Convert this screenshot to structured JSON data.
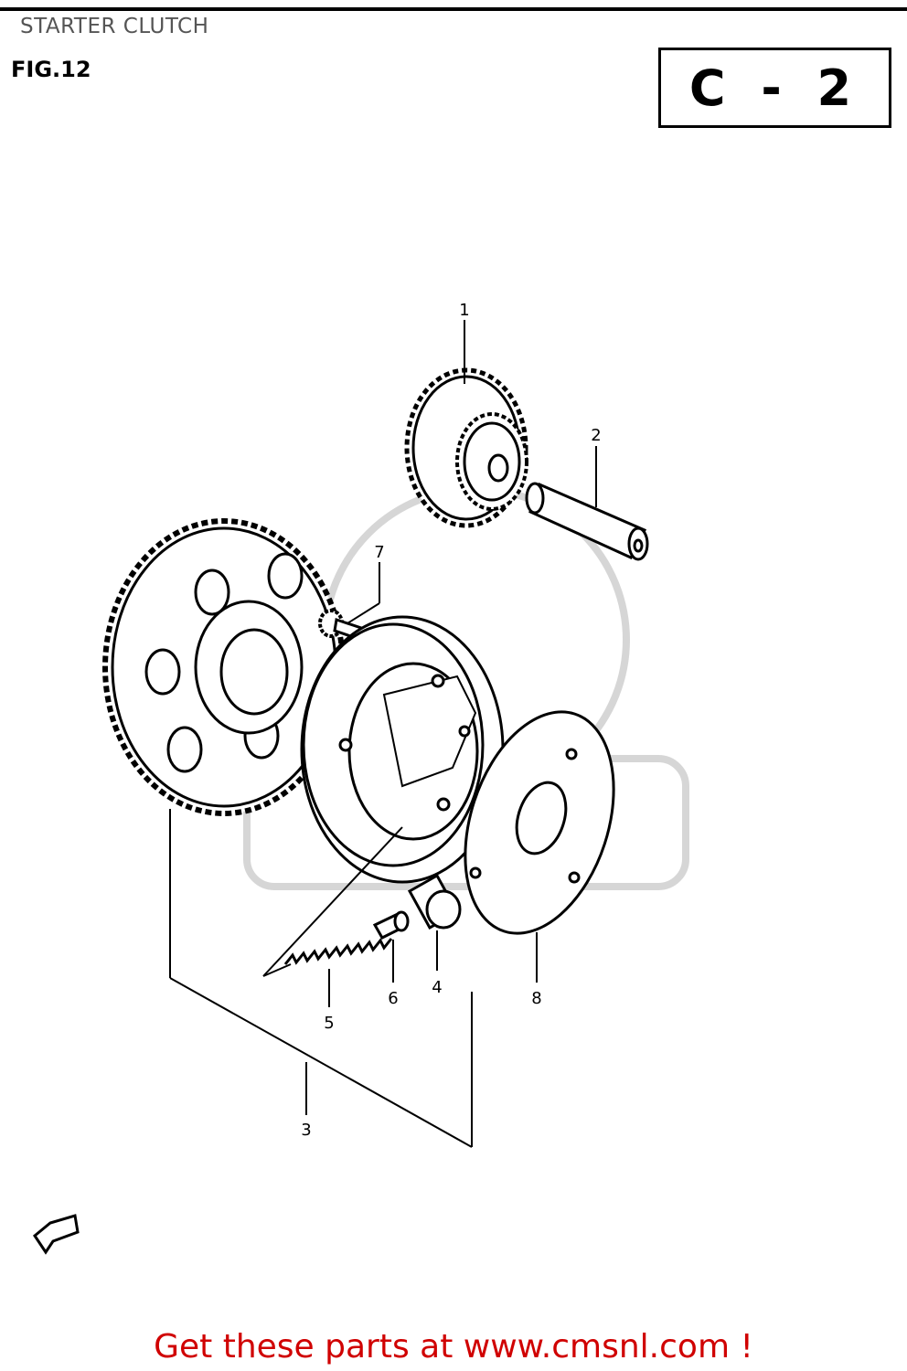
{
  "header": {
    "section_title": "STARTER CLUTCH",
    "figure_label": "FIG.12",
    "section_code": "C - 2"
  },
  "callouts": [
    "1",
    "2",
    "3",
    "4",
    "5",
    "6",
    "7",
    "8"
  ],
  "footer": {
    "promo_text": "Get these parts at www.cmsnl.com !"
  },
  "colors": {
    "line": "#000000",
    "watermark": "#cccccc",
    "promo": "#d00000"
  }
}
